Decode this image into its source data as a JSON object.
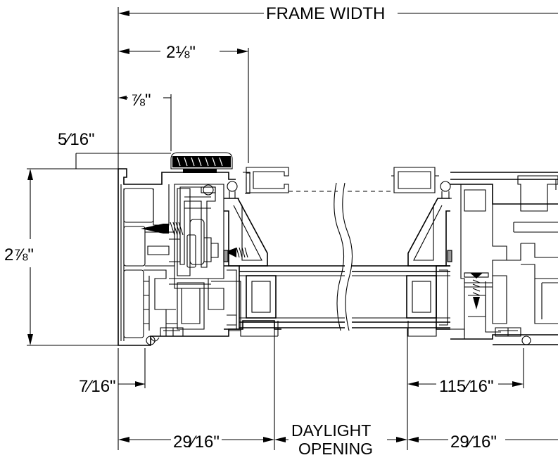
{
  "labels": {
    "frame_width": "FRAME WIDTH",
    "dim_2_1_8": "2⅛\"",
    "dim_7_8": "⅞\"",
    "dim_5_16": "5⁄16\"",
    "dim_2_7_8": "2⅞\"",
    "dim_7_16": "7⁄16\"",
    "dim_2_9_16_left": "29⁄16\"",
    "daylight_line1": "DAYLIGHT",
    "daylight_line2": "OPENING",
    "dim_2_9_16_right": "29⁄16\"",
    "dim_1_15_16": "115⁄16\""
  },
  "colors": {
    "line": "#000000",
    "weatherstrip": "#9a9a9a",
    "background": "#ffffff"
  }
}
